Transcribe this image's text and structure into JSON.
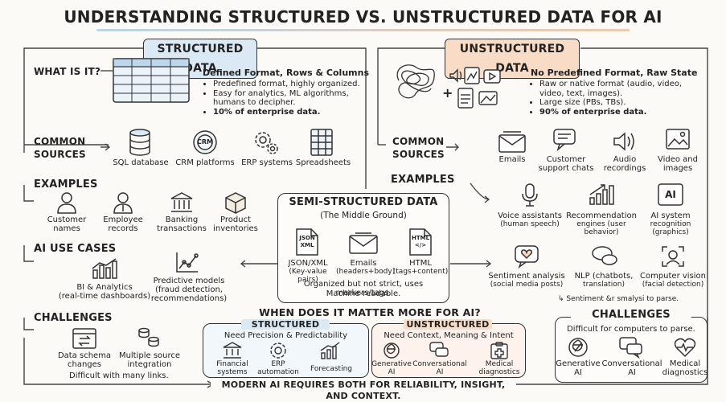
{
  "title": "UNDERSTANDING STRUCTURED VS. UNSTRUCTURED DATA FOR AI",
  "structured": {
    "header": "STRUCTURED DATA",
    "what_label": "WHAT IS IT?",
    "def_title": "Defined Format, Rows & Columns",
    "bullets": [
      "Predefined format, highly organized.",
      "Easy for analytics, ML algorithms, humans to decipher."
    ],
    "bullet_bold": "10% of enterprise data.",
    "sources_label_1": "COMMON",
    "sources_label_2": "SOURCES",
    "sources": [
      "SQL database",
      "CRM platforms",
      "ERP systems",
      "Spreadsheets"
    ],
    "crm_text": "CRM",
    "examples_label": "EXAMPLES",
    "examples": [
      {
        "l1": "Customer",
        "l2": "names"
      },
      {
        "l1": "Employee",
        "l2": "records"
      },
      {
        "l1": "Banking",
        "l2": "transactions"
      },
      {
        "l1": "Product",
        "l2": "inventories"
      }
    ],
    "ai_label": "AI USE CASES",
    "ai_cases": [
      {
        "l1": "BI & Analytics",
        "l2": "(real-time dashboards)",
        "l3": ""
      },
      {
        "l1": "Predictive models",
        "l2": "(fraud detection,",
        "l3": "recommendations)"
      }
    ],
    "challenges_label": "CHALLENGES",
    "challenges": [
      {
        "l1": "Data schema",
        "l2": "changes"
      },
      {
        "l1": "Multiple source",
        "l2": "integration"
      }
    ],
    "challenge_note": "Difficult with many links."
  },
  "unstructured": {
    "header": "UNSTRUCTURED DATA",
    "def_title": "No Predefined Format, Raw State",
    "bullets": [
      "Raw or native format (audio, video, video, text, images).",
      "Large size (PBs, TBs)."
    ],
    "bullet_bold": "90% of enterprise data.",
    "sources_label_1": "COMMON",
    "sources_label_2": "SOURCES",
    "sources": [
      {
        "l1": "Emails",
        "l2": ""
      },
      {
        "l1": "Customer",
        "l2": "support chats"
      },
      {
        "l1": "Audio",
        "l2": "recordings"
      },
      {
        "l1": "Video and",
        "l2": "images"
      }
    ],
    "examples_label": "EXAMPLES",
    "examples": [
      {
        "l1": "Voice assistants",
        "l2": "(human speech)",
        "l3": ""
      },
      {
        "l1": "Recommendation",
        "l2": "engines (user",
        "l3": "behavior)"
      },
      {
        "l1": "AI system",
        "l2": "recognition",
        "l3": "(graphics)"
      }
    ],
    "ai_text": "AI",
    "examples2": [
      {
        "l1": "Sentiment analysis",
        "l2": "(social media posts)"
      },
      {
        "l1": "NLP (chatbots,",
        "l2": "translation)"
      },
      {
        "l1": "Computer vision",
        "l2": "(facial detection)"
      }
    ],
    "sentiment_note": "↳ Sentiment &r smalysi to parse.",
    "challenges_label": "CHALLENGES",
    "challenges_note": "Difficult for computers to parse.",
    "challenges": [
      {
        "l1": "Generative",
        "l2": "AI"
      },
      {
        "l1": "Conversational",
        "l2": "AI"
      },
      {
        "l1": "Medical",
        "l2": "diagnostics"
      }
    ]
  },
  "semi": {
    "title": "SEMI-STRUCTURED DATA",
    "subtitle": "(The Middle Ground)",
    "items": [
      {
        "l1": "JSON/XML",
        "l2": "(Key-value pairs)",
        "icon_t1": "JSON",
        "icon_t2": "XML"
      },
      {
        "l1": "Emails",
        "l2": "(headers+body)",
        "icon_t1": "",
        "icon_t2": ""
      },
      {
        "l1": "HTML",
        "l2": "(tags+content)",
        "icon_t1": "HTML",
        "icon_t2": "</>"
      }
    ],
    "note1": "Organized but not strict, uses markers/tags.",
    "note2": "Machine-readable."
  },
  "matter": {
    "title": "WHEN DOES IT MATTER MORE FOR AI?",
    "structured_label": "STRUCTURED",
    "structured_need": "Need Precision & Predictability",
    "structured_items": [
      {
        "l1": "Financial",
        "l2": "systems"
      },
      {
        "l1": "ERP",
        "l2": "automation"
      },
      {
        "l1": "Forecasting",
        "l2": ""
      }
    ],
    "unstructured_label": "UNSTRUCTURED",
    "unstructured_need": "Need Context, Meaning & Intent",
    "unstructured_items": [
      {
        "l1": "Generative",
        "l2": "AI"
      },
      {
        "l1": "Conversational",
        "l2": "AI"
      },
      {
        "l1": "Medical",
        "l2": "diagnostics"
      }
    ]
  },
  "footer": "MODERN AI REQUIRES BOTH FOR RELIABILITY, INSIGHT, AND CONTEXT.",
  "colors": {
    "structured": "#dbe9f4",
    "unstructured": "#f8dcc6",
    "ink": "#333333"
  }
}
